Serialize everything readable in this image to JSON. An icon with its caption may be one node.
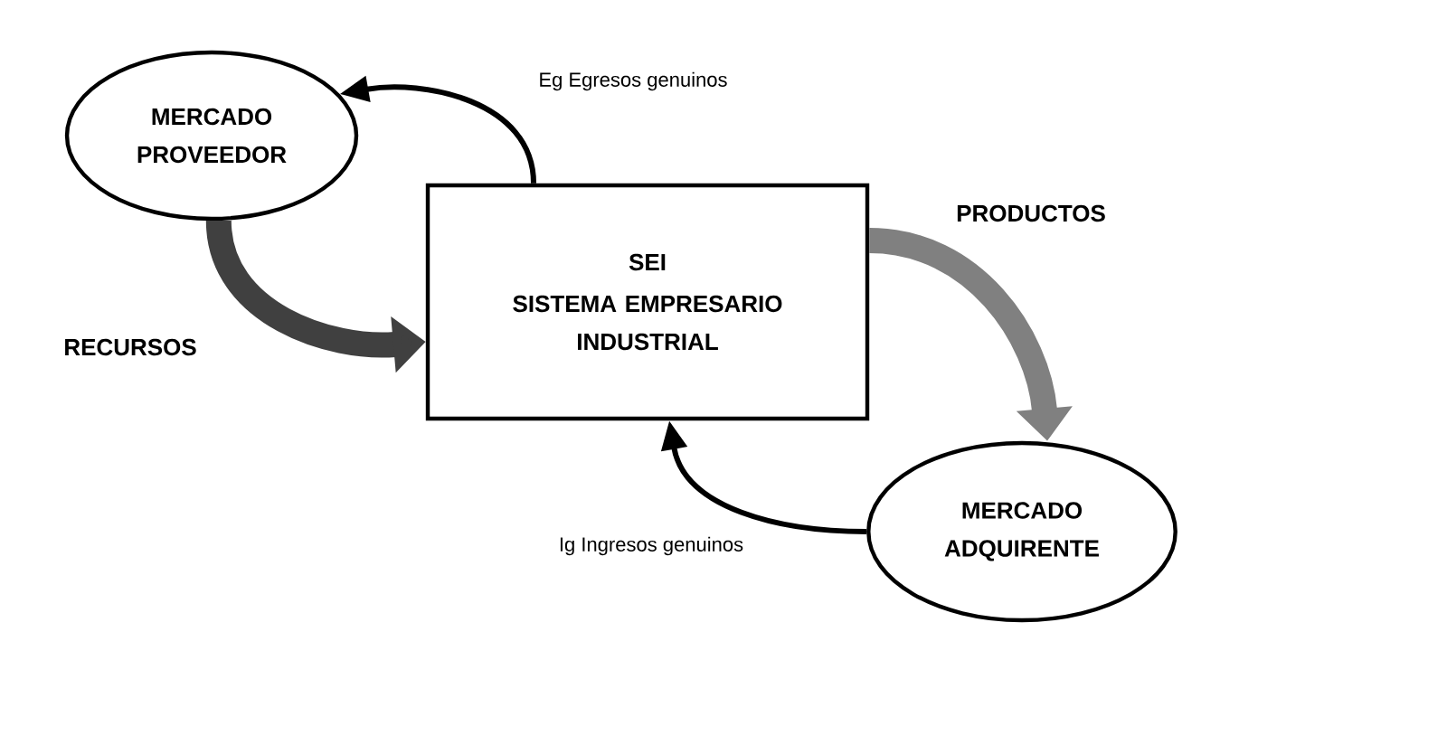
{
  "diagram": {
    "nodes": [
      {
        "text": [
          "MERCADO PROVEEDOR"
        ]
      },
      {
        "text": [
          "SEI",
          "SISTEMA EMPRESARIO INDUSTRIAL"
        ]
      },
      {
        "text": [
          "MERCADO ADQUIRENTE"
        ]
      }
    ],
    "edges": [
      {
        "from": 1,
        "to": 0,
        "arrow": "to",
        "label": "Eg Egresos genuinos"
      },
      {
        "from": 0,
        "to": 1,
        "arrow": "to",
        "label": "RECURSOS",
        "style": "thick",
        "color": "#404040"
      },
      {
        "from": 1,
        "to": 2,
        "arrow": "to",
        "label": "PRODUCTOS",
        "style": "thick",
        "color": "#808080"
      },
      {
        "from": 2,
        "to": 1,
        "arrow": "to",
        "label": "Ig Ingresos genuinos"
      }
    ]
  }
}
